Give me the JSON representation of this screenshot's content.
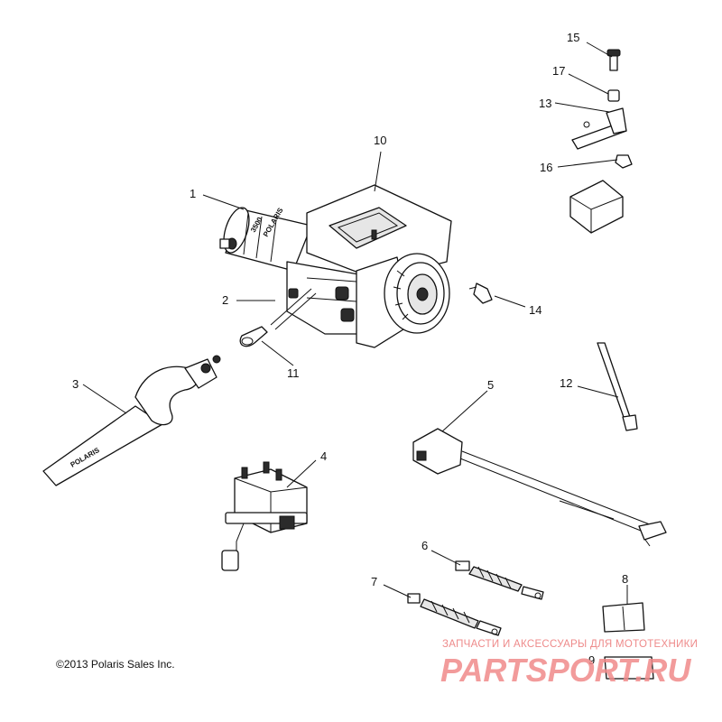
{
  "callouts": [
    {
      "num": "1"
    },
    {
      "num": "2"
    },
    {
      "num": "3"
    },
    {
      "num": "4"
    },
    {
      "num": "5"
    },
    {
      "num": "6"
    },
    {
      "num": "7"
    },
    {
      "num": "8"
    },
    {
      "num": "9"
    },
    {
      "num": "10"
    },
    {
      "num": "11"
    },
    {
      "num": "12"
    },
    {
      "num": "13"
    },
    {
      "num": "14"
    },
    {
      "num": "15"
    },
    {
      "num": "16"
    },
    {
      "num": "17"
    }
  ],
  "copyright": "©2013 Polaris Sales Inc.",
  "strap_brand": "POLARIS",
  "winch_model": "3500",
  "winch_brand": "POLARIS",
  "watermark": {
    "tagline": "ЗАПЧАСТИ И АКСЕССУАРЫ ДЛЯ МОТОТЕХНИКИ",
    "logo": "PARTSPORT.RU"
  },
  "colors": {
    "line": "#111111",
    "watermark": "#f08a8a"
  }
}
